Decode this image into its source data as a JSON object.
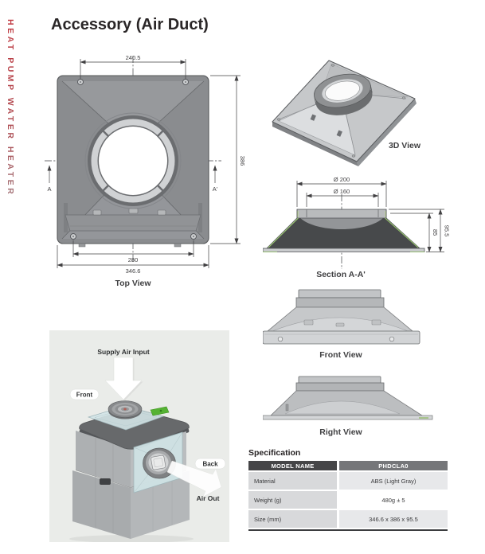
{
  "sidebar": {
    "text": "HEAT PUMP WATER HEATER"
  },
  "title": "Accessory (Air Duct)",
  "top_view": {
    "label": "Top View",
    "dim_hole_spacing_top": "240.5",
    "dim_height": "386",
    "dim_hole_spacing_bottom": "280",
    "dim_width": "346.6",
    "section_marker_left": "A",
    "section_marker_right": "A'"
  },
  "view_3d": {
    "label": "3D View"
  },
  "section_view": {
    "label": "Section A-A'",
    "dim_outer_diameter": "Ø 200",
    "dim_inner_diameter": "Ø 160",
    "dim_height_inner": "85",
    "dim_height_total": "95.5"
  },
  "front_view": {
    "label": "Front View"
  },
  "right_view": {
    "label": "Right View"
  },
  "photo": {
    "supply_label": "Supply Air Input",
    "front_label": "Front",
    "back_label": "Back",
    "air_out_label": "Air Out"
  },
  "specification": {
    "heading": "Specification",
    "columns": [
      "MODEL NAME",
      "PHDCLA0"
    ],
    "rows": [
      {
        "name": "Material",
        "value": "ABS (Light Gray)"
      },
      {
        "name": "Weight (g)",
        "value": "480g ± 5"
      },
      {
        "name": "Size (mm)",
        "value": "346.6 x 386 x 95.5"
      }
    ]
  },
  "colors": {
    "accent_red": "#b5454c",
    "table_header_left": "#454547",
    "table_header_right": "#757679",
    "table_label_col": "#d8d9db",
    "table_cell_light": "#e7e8ea",
    "photo_background": "#eaece9",
    "green_part": "#55b233"
  }
}
